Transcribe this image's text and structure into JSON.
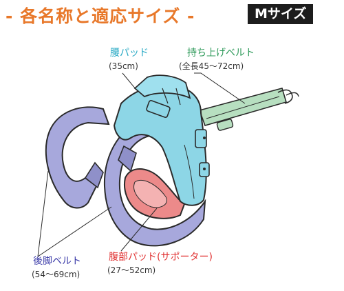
{
  "header": {
    "title": "- 各名称と適応サイズ -",
    "size_badge": "Mサイズ"
  },
  "labels": {
    "waist_pad": {
      "name": "腰パッド",
      "size": "(35cm)",
      "color": "#27a9c4"
    },
    "lift_belt": {
      "name": "持ち上げベルト",
      "size": "(全長45～72cm)",
      "color": "#2e9a5a"
    },
    "hind_leg_belt": {
      "name": "後脚ベルト",
      "size": "(54～69cm)",
      "color": "#3a3aa8"
    },
    "belly_pad": {
      "name": "腹部パッド(サポーター)",
      "size": "(27～52cm)",
      "color": "#e03030"
    }
  },
  "colors": {
    "harness_blue": "#8dd6e6",
    "leg_belt": "#a7a8dc",
    "belly_pad": "#ec8a8a",
    "strap": "#b7dfc0",
    "title_orange": "#e8782a"
  }
}
